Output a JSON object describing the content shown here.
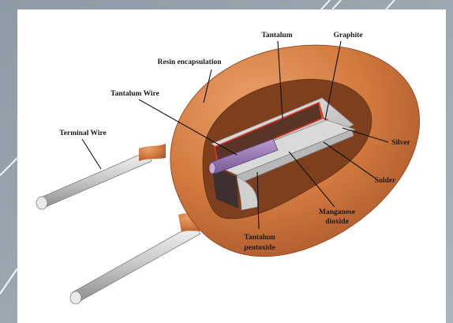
{
  "diagram": {
    "labels": {
      "tantalum": "Tantalum",
      "graphite": "Graphite",
      "resin": "Resin encapsulation",
      "tantalum_wire": "Tantalum Wire",
      "terminal_wire": "Terminal Wire",
      "silver": "Silver",
      "solder": "Solder",
      "manganese_1": "Manganese",
      "manganese_2": "dioxide",
      "pentoxide_1": "Tantalum",
      "pentoxide_2": "pentoxide"
    },
    "colors": {
      "resin": "#d27a3f",
      "background": "#9aa6b0",
      "panel": "#ffffff"
    }
  }
}
